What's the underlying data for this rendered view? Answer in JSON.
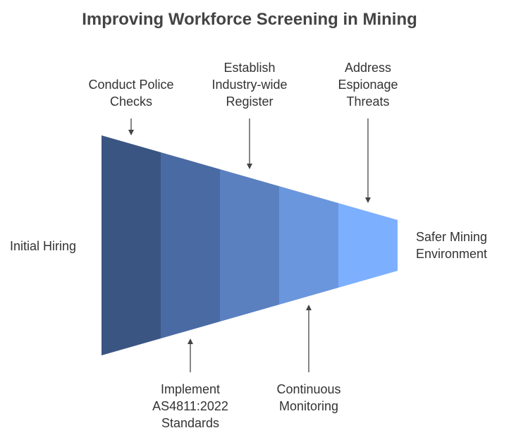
{
  "title": "Improving Workforce Screening in Mining",
  "start_label": "Initial Hiring",
  "end_label": "Safer Mining\nEnvironment",
  "stages": [
    {
      "color": "#3b5583"
    },
    {
      "color": "#4a6aa3"
    },
    {
      "color": "#5a80c0"
    },
    {
      "color": "#6a96dd"
    },
    {
      "color": "#7dafff"
    }
  ],
  "top_annotations": [
    {
      "text": "Conduct Police\nChecks"
    },
    {
      "text": "Establish\nIndustry-wide\nRegister"
    },
    {
      "text": "Address\nEspionage\nThreats"
    }
  ],
  "bottom_annotations": [
    {
      "text": "Implement\nAS4811:2022\nStandards"
    },
    {
      "text": "Continuous\nMonitoring"
    }
  ]
}
